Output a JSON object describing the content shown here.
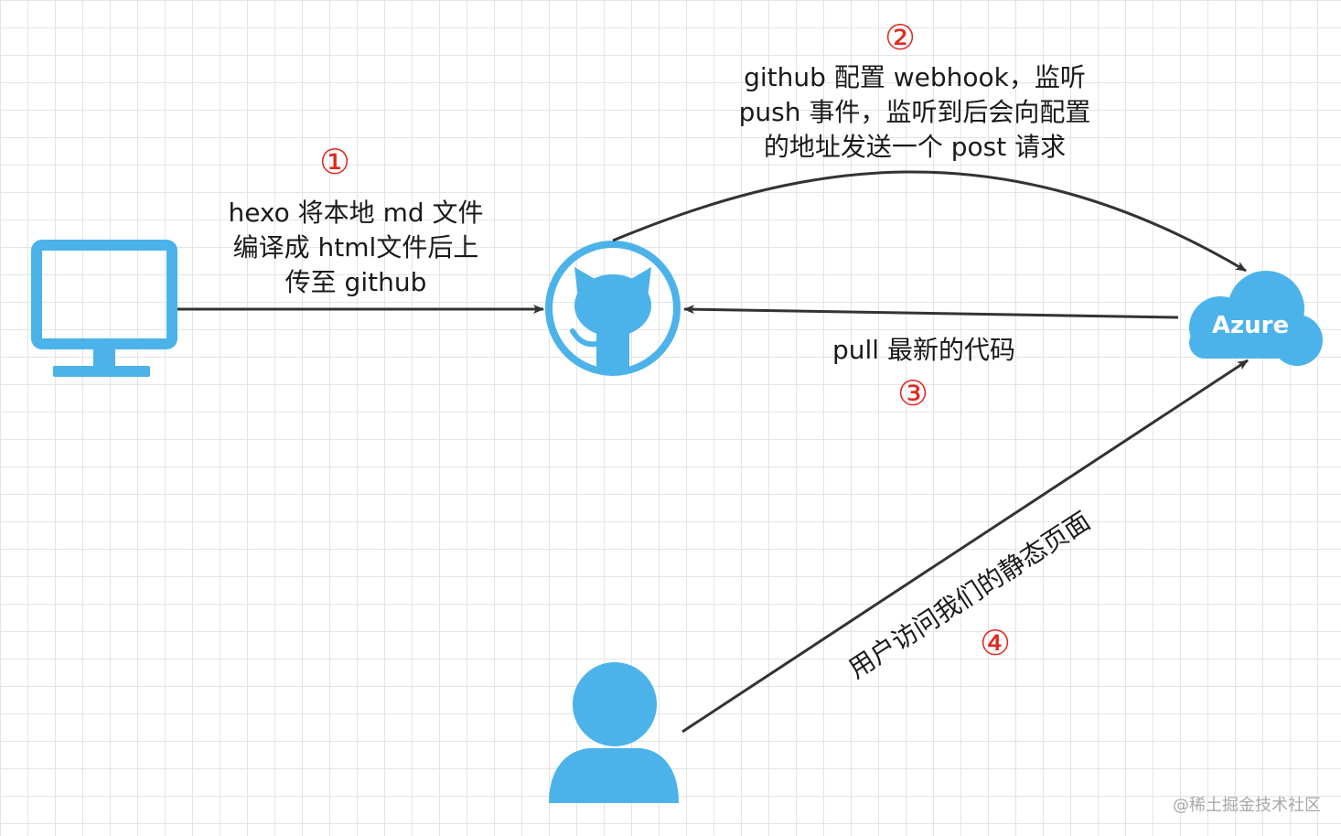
{
  "colors": {
    "icon_fill": "#4bb3ea",
    "arrow": "#333333",
    "step_number": "#e0291e",
    "grid_line": "#e4e4e4",
    "text": "#1a1a1a",
    "watermark": "#a8a8a8"
  },
  "nodes": {
    "computer": {
      "icon": "monitor-icon"
    },
    "github": {
      "icon": "github-octocat-icon"
    },
    "azure": {
      "icon": "cloud-icon",
      "label": "Azure"
    },
    "user": {
      "icon": "user-icon"
    }
  },
  "steps": [
    {
      "number": "①",
      "text": "hexo 将本地 md 文件\n编译成 html文件后上\n传至 github"
    },
    {
      "number": "②",
      "text": "github 配置 webhook，监听\npush 事件，监听到后会向配置\n的地址发送一个 post 请求"
    },
    {
      "number": "③",
      "text": "pull 最新的代码"
    },
    {
      "number": "④",
      "text": "用户访问我们的静态页面"
    }
  ],
  "watermark": "@稀土掘金技术社区"
}
